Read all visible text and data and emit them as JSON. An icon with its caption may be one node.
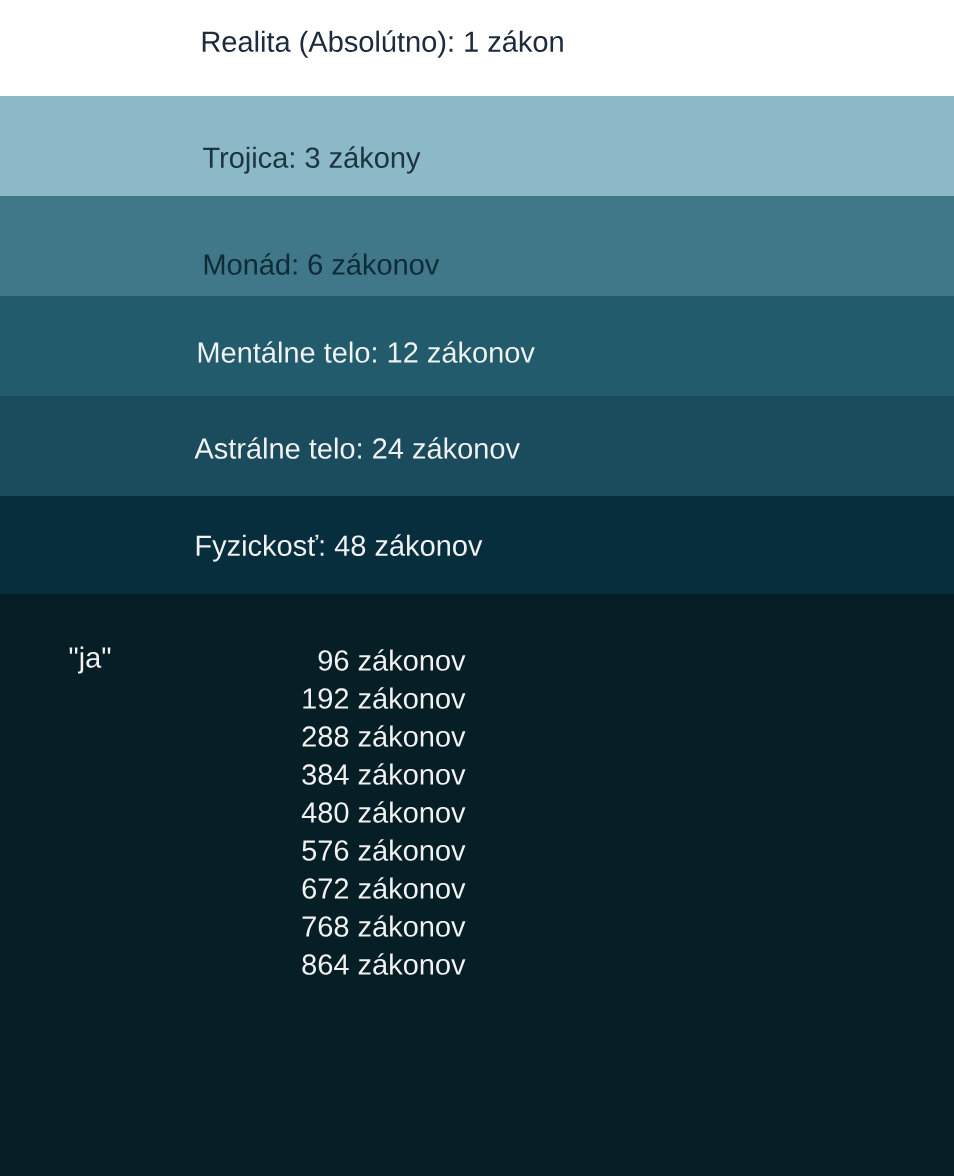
{
  "diagram": {
    "nodes": [
      {
        "text": [
          "Realita (Absolútno): 1 zákon"
        ]
      },
      {
        "text": [
          "Trojica: 3 zákony"
        ]
      },
      {
        "text": [
          "Monád: 6 zákonov"
        ]
      },
      {
        "text": [
          "Mentálne telo: 12 zákonov"
        ]
      },
      {
        "text": [
          "Astrálne telo: 24 zákonov"
        ]
      },
      {
        "text": [
          "Fyzickosť: 48 zákonov"
        ]
      },
      {
        "text": [
          "\"ja\"",
          "96 zákonov",
          "192 zákonov",
          "288 zákonov",
          "384 zákonov",
          "480 zákonov",
          "576 zákonov",
          "672 zákonov",
          "768 zákonov",
          "864 zákonov"
        ]
      }
    ]
  }
}
